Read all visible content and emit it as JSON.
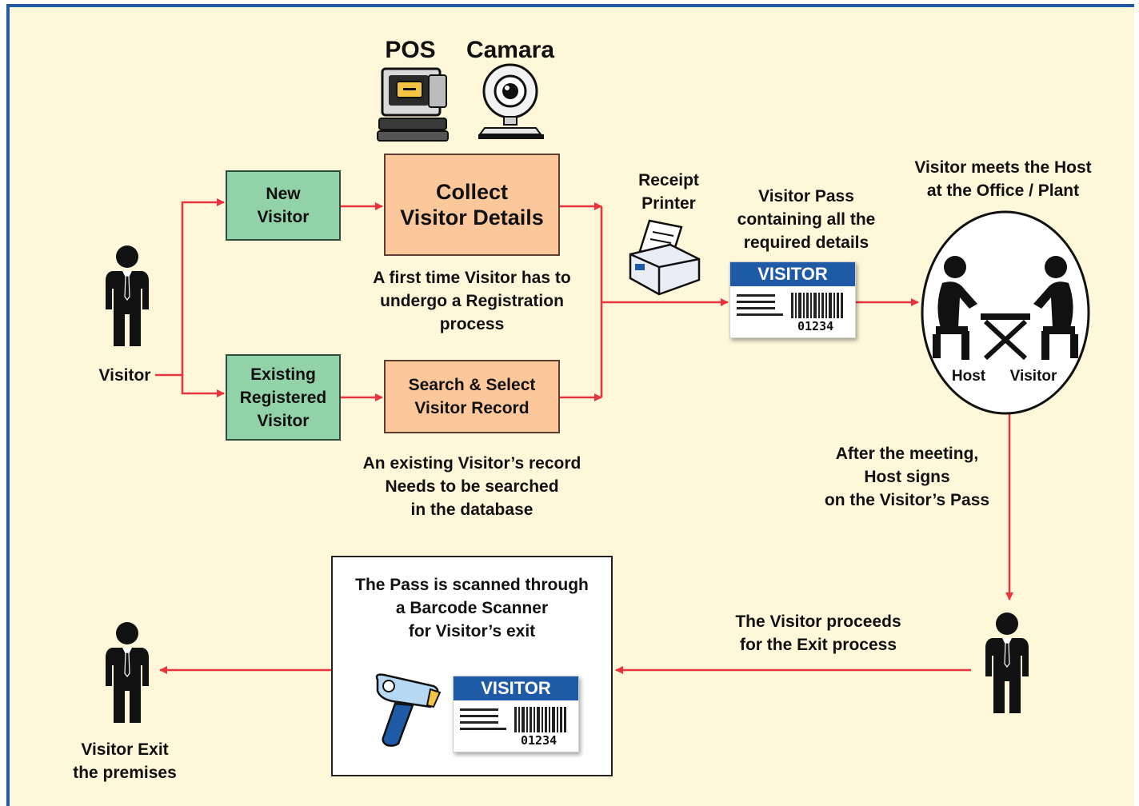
{
  "title_pos": "POS",
  "title_camera": "Camara",
  "visitor_label": "Visitor",
  "new_visitor": "New\nVisitor",
  "existing_visitor": "Existing\nRegistered\nVisitor",
  "collect_details": "Collect\nVisitor Details",
  "search_select": "Search & Select\nVisitor Record",
  "first_time_note": "A first time Visitor has to\nundergo a Registration\nprocess",
  "existing_note": "An existing Visitor’s record\nNeeds to be searched\nin the database",
  "receipt_printer": "Receipt\nPrinter",
  "pass_caption": "Visitor Pass\ncontaining all the\nrequired details",
  "pass_title": "VISITOR",
  "pass_number": "01234",
  "meeting_caption": "Visitor meets the Host\nat the Office / Plant",
  "host_label": "Host",
  "meeting_visitor_label": "Visitor",
  "after_meeting": "After the meeting,\nHost signs\non the Visitor’s Pass",
  "proceeds_exit": "The Visitor proceeds\nfor the Exit process",
  "scan_note": "The Pass is scanned through\na Barcode Scanner\nfor Visitor’s exit",
  "exit_label": "Visitor Exit\nthe premises",
  "colors": {
    "arrow": "#e8343c",
    "green_box": "#92d2a8",
    "orange_box": "#fcc79a",
    "pass_band": "#1f5aa6",
    "background": "#fff7d9",
    "frame": "#1f5aa6"
  }
}
